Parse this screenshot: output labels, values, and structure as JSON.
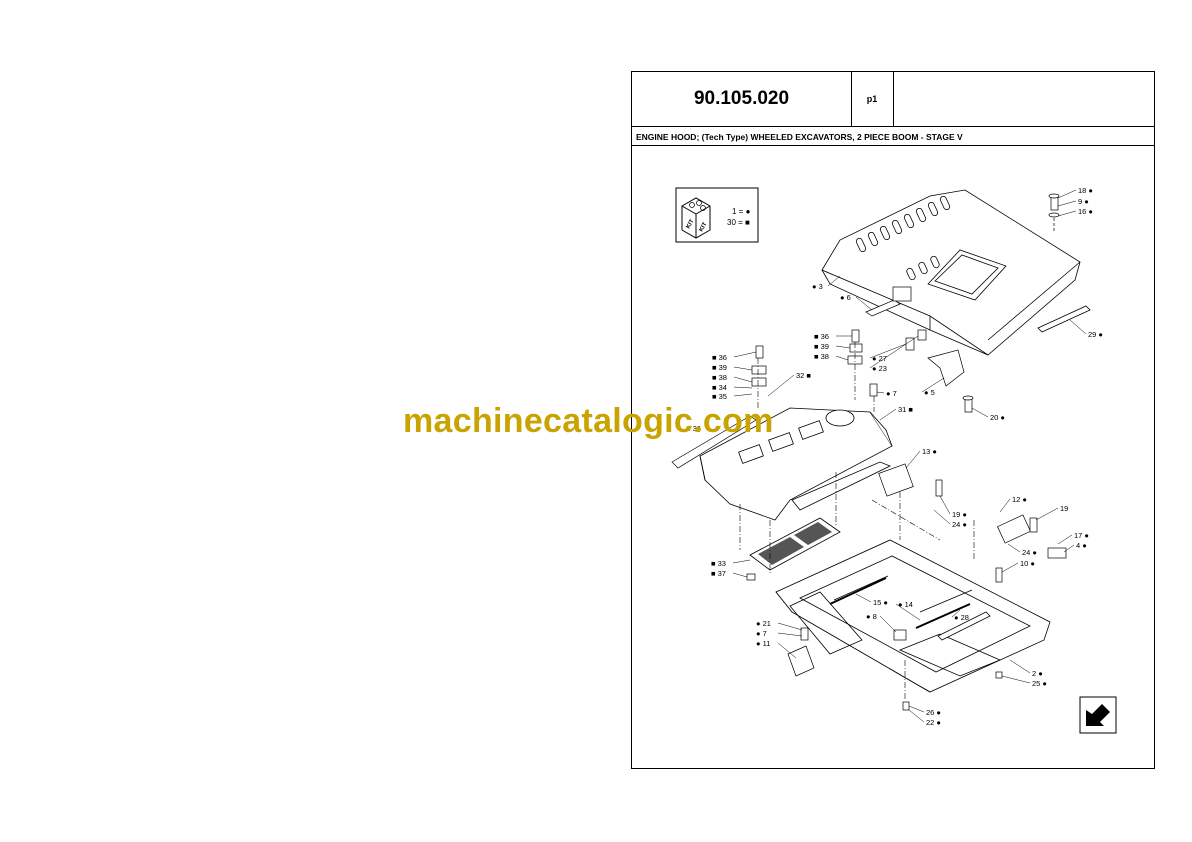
{
  "header": {
    "code": "90.105.020",
    "page": "p1",
    "title": "ENGINE HOOD; (Tech Type) WHEELED EXCAVATORS, 2 PIECE BOOM - STAGE V"
  },
  "kit_legend": {
    "icon_text": "KIT",
    "line1": "1 = ●",
    "line2": "30 = ■"
  },
  "callouts": [
    {
      "label": "18 ●"
    },
    {
      "label": "9 ●"
    },
    {
      "label": "16 ●"
    },
    {
      "label": "● 3"
    },
    {
      "label": "● 6"
    },
    {
      "label": "29 ●"
    },
    {
      "label": "■ 36"
    },
    {
      "label": "■ 39"
    },
    {
      "label": "■ 38"
    },
    {
      "label": "● 27"
    },
    {
      "label": "● 23"
    },
    {
      "label": "■ 36"
    },
    {
      "label": "■ 39"
    },
    {
      "label": "■ 38"
    },
    {
      "label": "■ 34"
    },
    {
      "label": "■ 35"
    },
    {
      "label": "32 ■"
    },
    {
      "label": "● 7"
    },
    {
      "label": "● 5"
    },
    {
      "label": "20 ●"
    },
    {
      "label": "31 ■"
    },
    {
      "label": "13 ●"
    },
    {
      "label": "19 ●"
    },
    {
      "label": "24 ●"
    },
    {
      "label": "12 ●"
    },
    {
      "label": "19"
    },
    {
      "label": "17 ●"
    },
    {
      "label": "24 ●"
    },
    {
      "label": "4 ●"
    },
    {
      "label": "10 ●"
    },
    {
      "label": "■ 33"
    },
    {
      "label": "■ 37"
    },
    {
      "label": "15 ●"
    },
    {
      "label": "● 14"
    },
    {
      "label": "● 8"
    },
    {
      "label": "● 28"
    },
    {
      "label": "● 21"
    },
    {
      "label": "● 7"
    },
    {
      "label": "● 11"
    },
    {
      "label": "2 ●"
    },
    {
      "label": "25 ●"
    },
    {
      "label": "26 ●"
    },
    {
      "label": "22 ●"
    },
    {
      "label": "■ 36"
    }
  ],
  "watermark": "machinecatalogic.com"
}
